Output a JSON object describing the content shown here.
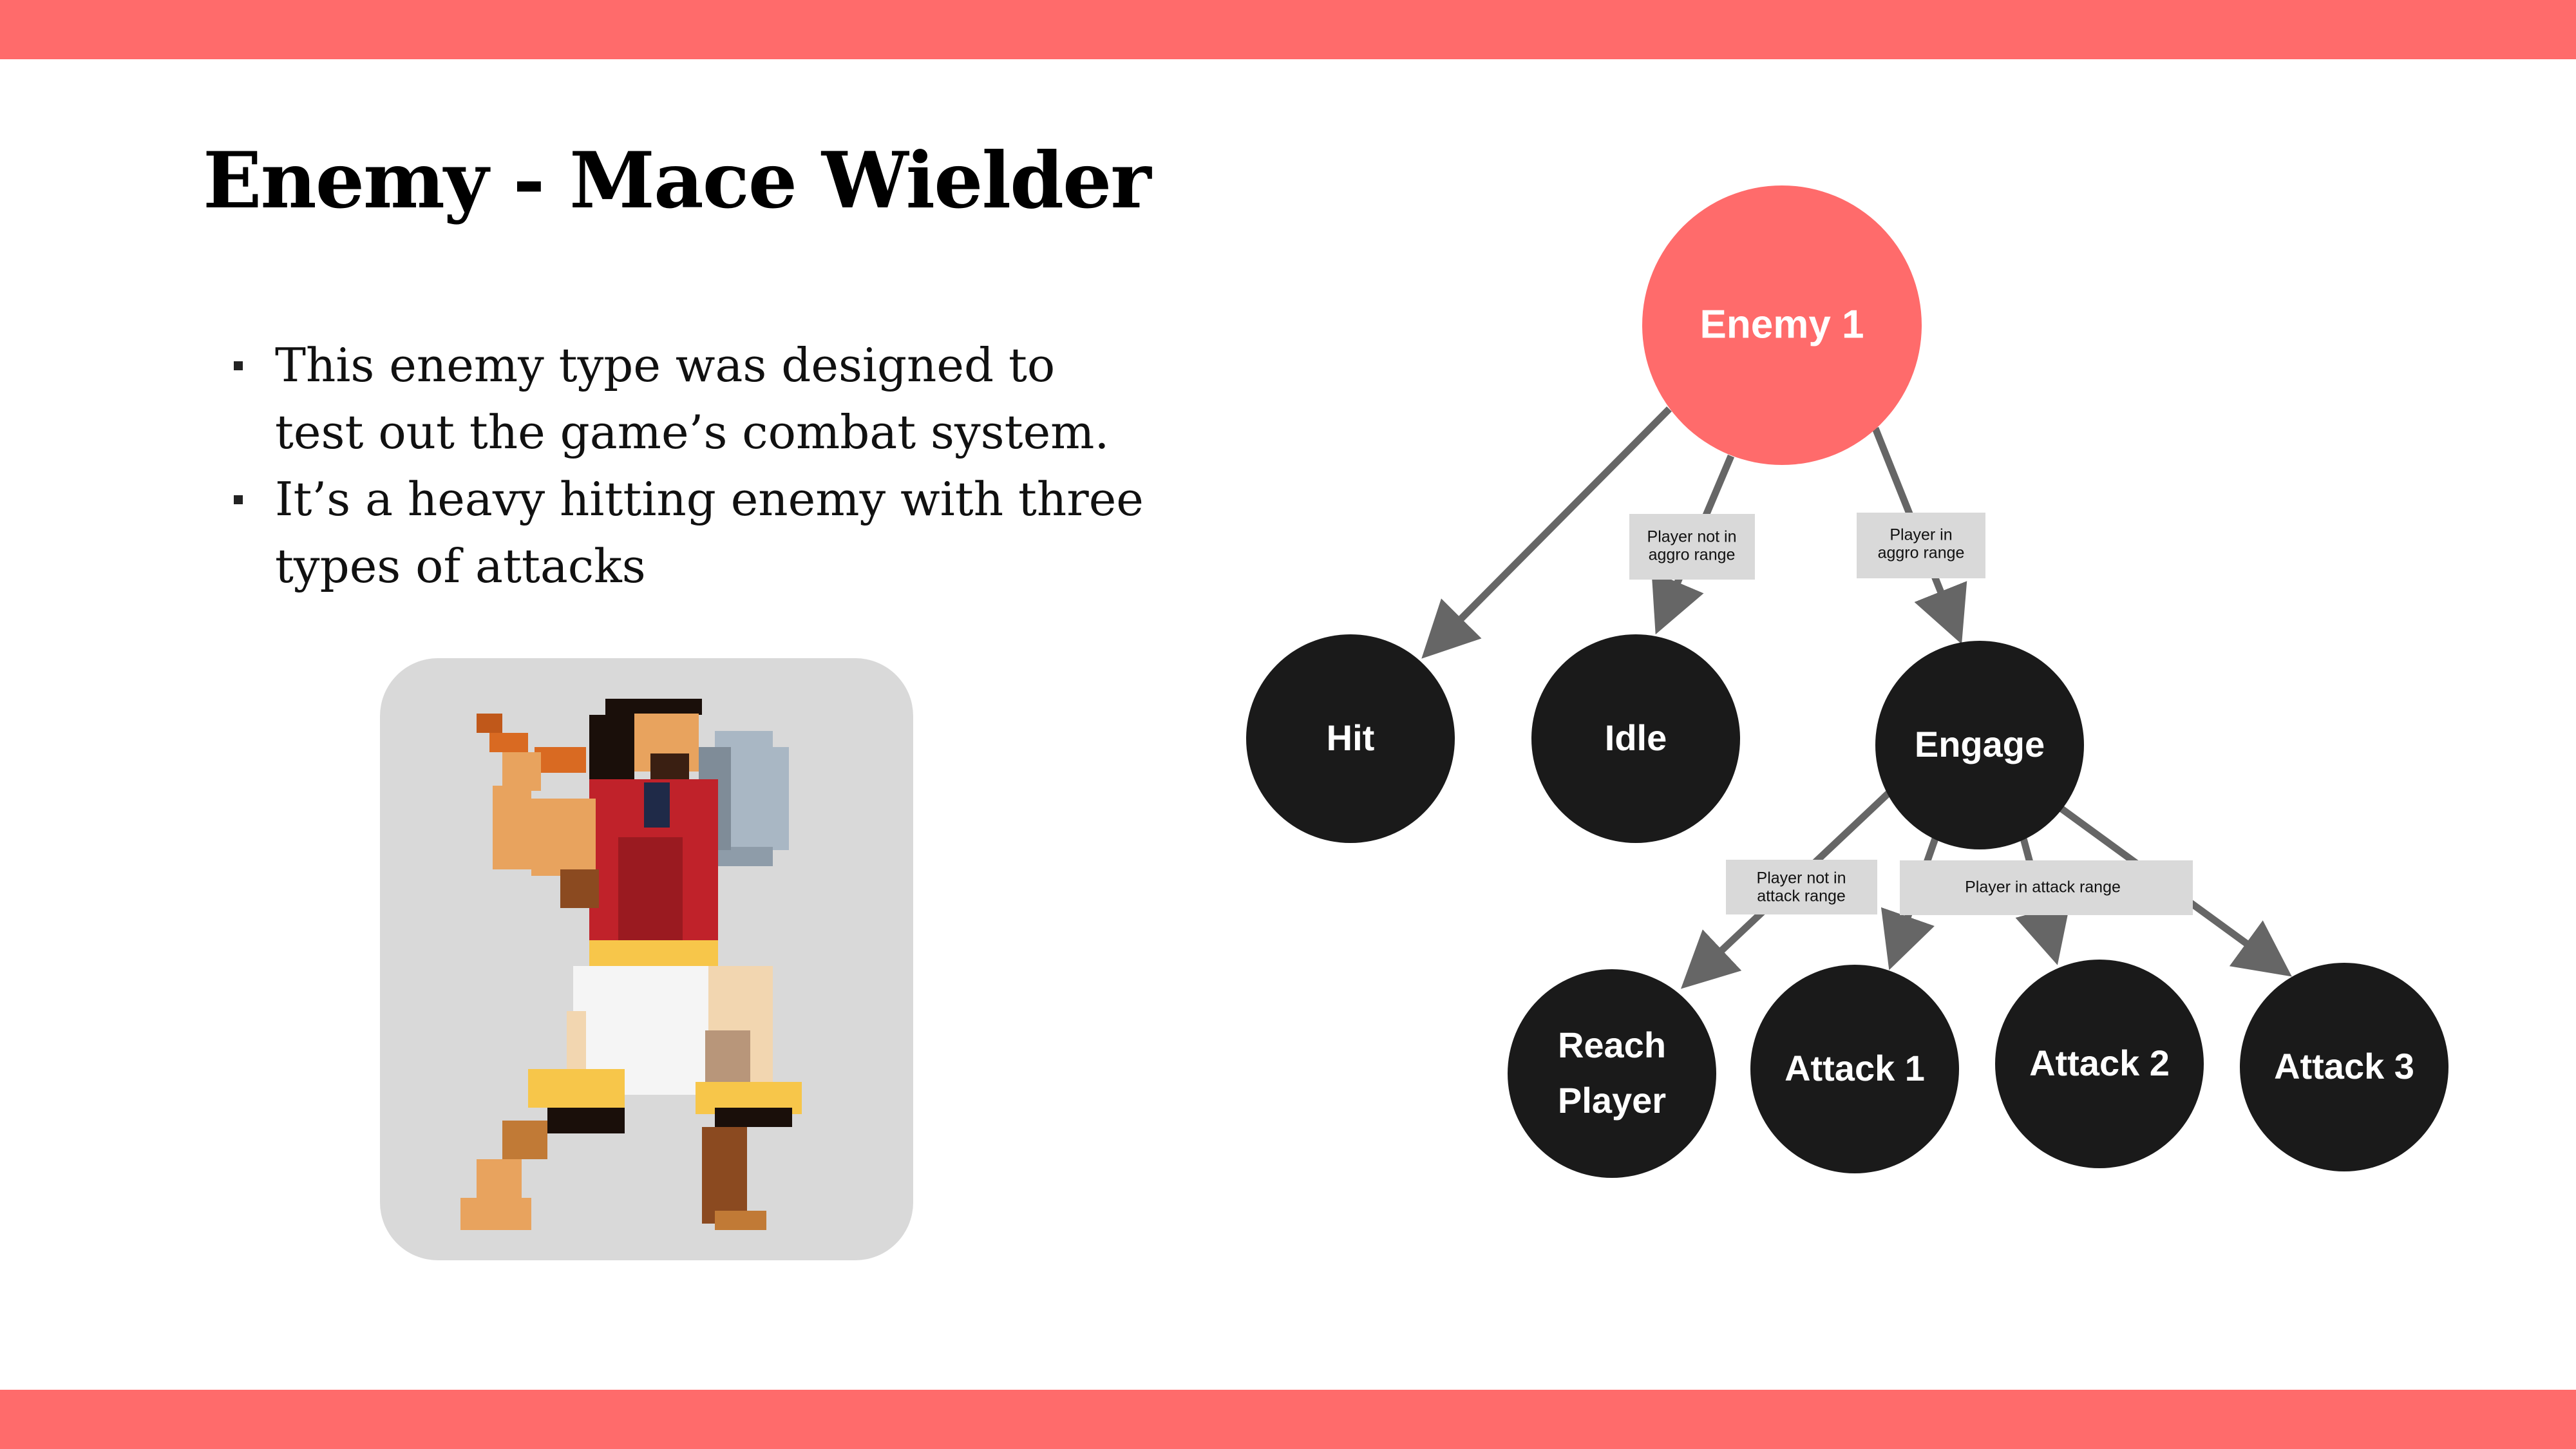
{
  "slide": {
    "title": "Enemy - Mace Wielder",
    "bullets": [
      "This enemy type was designed to test out the game’s combat system.",
      "It’s a heavy hitting enemy with three types of attacks"
    ],
    "image": "pixel-art mace wielder enemy sprite"
  },
  "colors": {
    "accent": "#ff6b6b",
    "node": "#1a1a1a",
    "label_bg": "#d9d9d9",
    "arrow": "#666666"
  },
  "diagram": {
    "nodes": {
      "enemy1": "Enemy 1",
      "hit": "Hit",
      "idle": "Idle",
      "engage": "Engage",
      "reach_line1": "Reach",
      "reach_line2": "Player",
      "attack1": "Attack 1",
      "attack2": "Attack 2",
      "attack3": "Attack 3"
    },
    "edge_labels": {
      "not_aggro_l1": "Player not in",
      "not_aggro_l2": "aggro range",
      "aggro_l1": "Player in",
      "aggro_l2": "aggro range",
      "not_attack_l1": "Player not in",
      "not_attack_l2": "attack range",
      "attack": "Player in attack range"
    }
  }
}
